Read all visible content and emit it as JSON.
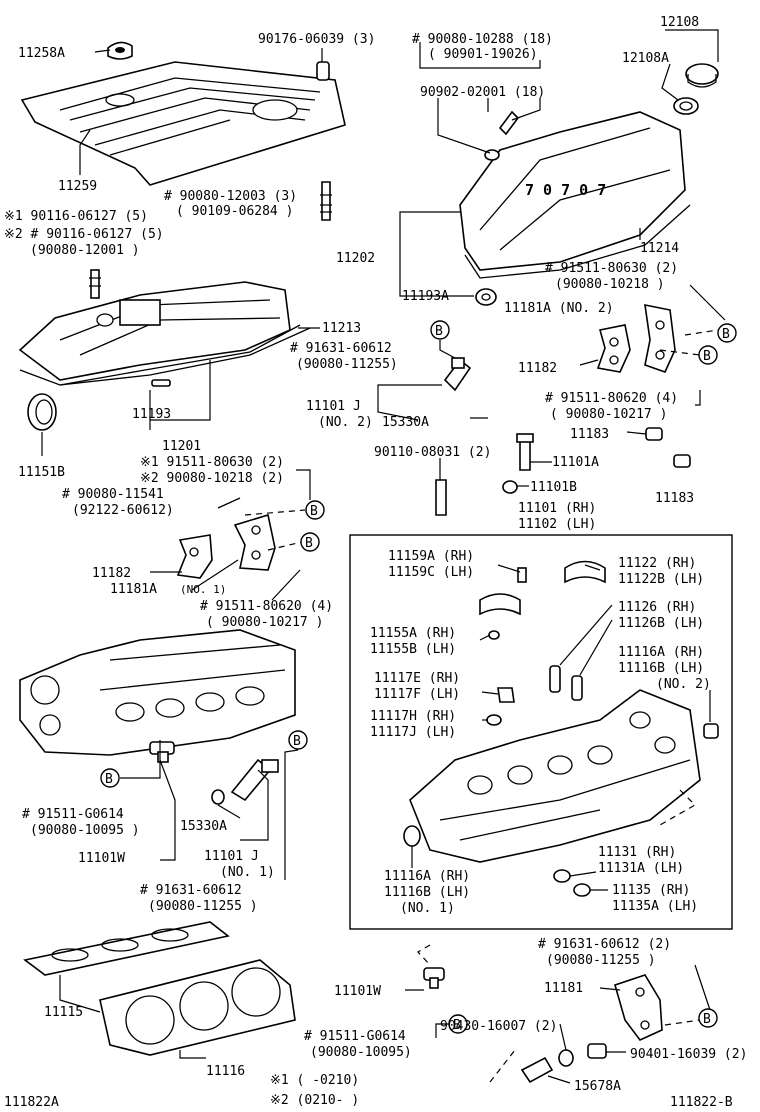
{
  "labels": {
    "p11258A": "11258A",
    "p90176": "90176-06039 (3)",
    "p90080_10288": "# 90080-10288 (18)",
    "p90901": "( 90901-19026)",
    "p12108": "12108",
    "p12108A": "12108A",
    "p90902": "90902-02001 (18)",
    "p11259": "11259",
    "p90080_12003": "# 90080-12003 (3)",
    "p90109": "( 90109-06284 )",
    "p90116_1": "※1 90116-06127 (5)",
    "p90116_2": "※2 # 90116-06127 (5)",
    "p90080_12001": "(90080-12001 )",
    "p11202": "11202",
    "p11214": "11214",
    "p91511_80630_r": "# 91511-80630 (2)",
    "p90080_10218_r": "(90080-10218 )",
    "p11193A": "11193A",
    "p11181A_no2": "11181A (NO. 2)",
    "p11213": "11213",
    "p91631_60612_top": "# 91631-60612",
    "p90080_11255_top": "(90080-11255)",
    "p11182_r": "11182",
    "p91511_80620_r": "# 91511-80620 (4)",
    "p90080_10217_r": "( 90080-10217 )",
    "p11193": "11193",
    "p11101J_no2": "11101 J",
    "p_no2": "(NO. 2)",
    "p15330A_top": "15330A",
    "p11183_a": "11183",
    "p11201": "11201",
    "p11151B": "11151B",
    "p91511_80630_l": "※1 91511-80630 (2)",
    "p90080_10218_l": "※2 90080-10218 (2)",
    "p90110": "90110-08031 (2)",
    "p11101A": "11101A",
    "p90080_11541": "# 90080-11541",
    "p92122": "(92122-60612)",
    "p11101B": "11101B",
    "p11183_b": "11183",
    "p11101_rh": "11101 (RH)",
    "p11102_lh": "11102 (LH)",
    "p11182_l": "11182",
    "p11181A_no1": "11181A",
    "p_no1_a": "(NO. 1)",
    "p91511_80620_l": "# 91511-80620 (4)",
    "p90080_10217_l": "( 90080-10217 )",
    "p11159A": "11159A (RH)",
    "p11159C": "11159C (LH)",
    "p11122": "11122  (RH)",
    "p11122B": "11122B (LH)",
    "p11126": "11126  (RH)",
    "p11126B": "11126B (LH)",
    "p11155A": "11155A (RH)",
    "p11155B": "11155B (LH)",
    "p11116A_top": "11116A (RH)",
    "p11116B_top": "11116B (LH)",
    "p_no2_b": "(NO. 2)",
    "p11117E": "11117E (RH)",
    "p11117F": "11117F (LH)",
    "p11117H": "11117H (RH)",
    "p11117J": "11117J (LH)",
    "p91511_G0614_l": "# 91511-G0614",
    "p90080_10095_l": "(90080-10095 )",
    "p15330A_bot": "15330A",
    "p11101W_l": "11101W",
    "p11101J_no1": "11101 J",
    "p_no1_b": "(NO. 1)",
    "p91631_60612_l": "# 91631-60612",
    "p90080_11255_l": "(90080-11255 )",
    "p11116A_bot": "11116A (RH)",
    "p11116B_bot": "11116B (LH)",
    "p_no1_c": "(NO. 1)",
    "p11131": "11131  (RH)",
    "p11131A": "11131A (LH)",
    "p11135": "11135  (RH)",
    "p11135A": "11135A (LH)",
    "p11115": "11115",
    "p91631_60612_r": "# 91631-60612 (2)",
    "p90080_11255_r": "(90080-11255 )",
    "p11101W_r": "11101W",
    "p11181": "11181",
    "p91511_G0614_r": "# 91511-G0614",
    "p90080_10095_r": "(90080-10095)",
    "p90430": "90430-16007 (2)",
    "p90401": "90401-16039 (2)",
    "p11116": "11116",
    "p15678A": "15678A",
    "p111822A": "111822A",
    "p111822B": "111822-B",
    "legend1": "※1  (       -0210)",
    "legend2": "※2  (0210-        )",
    "bubble": "B"
  }
}
